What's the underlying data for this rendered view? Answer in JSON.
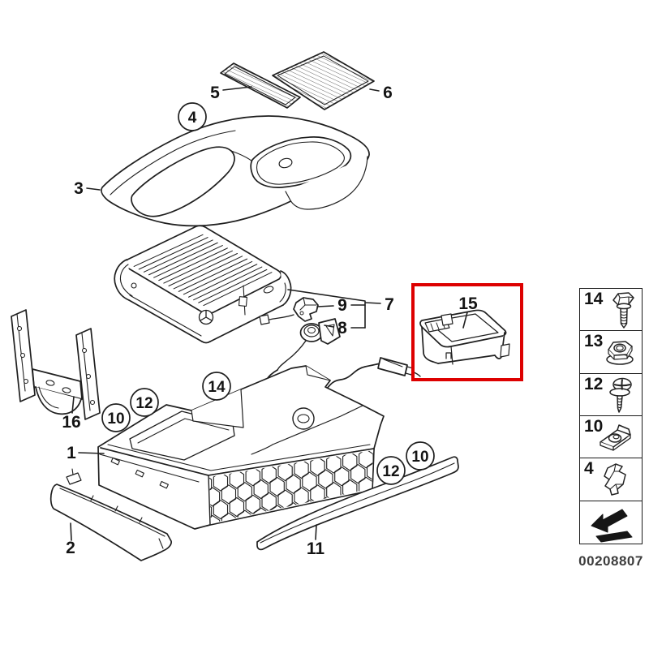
{
  "diagram": {
    "type": "exploded-parts-diagram",
    "subject": "Center console storage tray assembly",
    "doc_number": "00208807",
    "highlight_color": "#dd0000",
    "highlighted_part": "15",
    "line_color": "#1f1f1f"
  },
  "callouts": {
    "plain": [
      {
        "label": "5"
      },
      {
        "label": "6"
      },
      {
        "label": "3"
      },
      {
        "label": "9"
      },
      {
        "label": "8"
      },
      {
        "label": "7"
      },
      {
        "label": "15"
      },
      {
        "label": "16"
      },
      {
        "label": "1"
      },
      {
        "label": "2"
      },
      {
        "label": "11"
      }
    ],
    "circled": [
      {
        "label": "4"
      },
      {
        "label": "10"
      },
      {
        "label": "12"
      },
      {
        "label": "14"
      },
      {
        "label": "12"
      },
      {
        "label": "10"
      }
    ]
  },
  "legend": {
    "items": [
      {
        "label": "14",
        "icon": "hex-bolt-icon"
      },
      {
        "label": "13",
        "icon": "flange-nut-icon"
      },
      {
        "label": "12",
        "icon": "screw-washer-icon"
      },
      {
        "label": "10",
        "icon": "clip-nut-icon"
      },
      {
        "label": "4",
        "icon": "spring-clip-icon"
      },
      {
        "label": "",
        "icon": "direction-arrow-icon"
      }
    ]
  }
}
